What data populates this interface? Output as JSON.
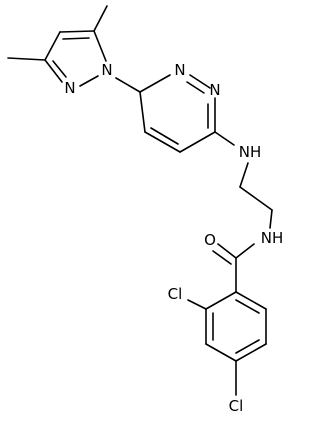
{
  "molecule": {
    "atoms": {
      "n_pyrazole_1": "N",
      "n_pyrazole_2": "N",
      "n_pyridazine_1": "N",
      "n_pyridazine_2": "N",
      "nh_amine": "NH",
      "nh_amide": "NH",
      "o_carbonyl": "O",
      "cl_ortho": "Cl",
      "cl_para": "Cl"
    }
  }
}
